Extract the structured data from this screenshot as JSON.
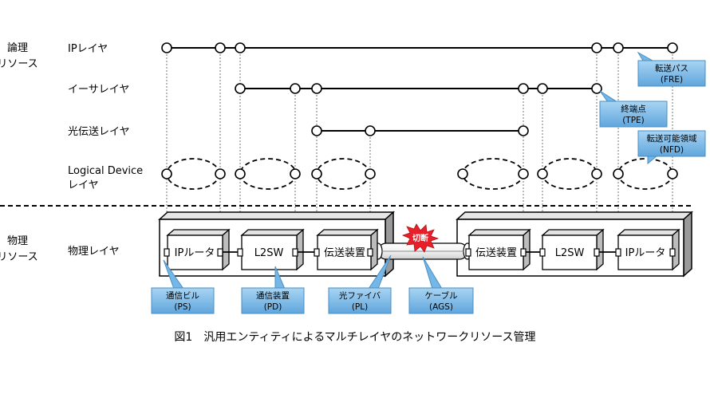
{
  "side_labels": {
    "logical_line1": "論理",
    "logical_line2": "リソース",
    "physical_line1": "物理",
    "physical_line2": "リソース"
  },
  "layers": {
    "ip": "IPレイヤ",
    "ethernet": "イーサレイヤ",
    "optical": "光伝送レイヤ",
    "logical_device_line1": "Logical Device",
    "logical_device_line2": "レイヤ",
    "physical": "物理レイヤ"
  },
  "devices": {
    "ip_router_left": "IPルータ",
    "l2sw_left": "L2SW",
    "transmission_left": "伝送装置",
    "transmission_right": "伝送装置",
    "l2sw_right": "L2SW",
    "ip_router_right": "IPルータ"
  },
  "cut_label": "切断",
  "callouts": {
    "fre": {
      "line1": "転送パス",
      "line2": "(FRE)"
    },
    "tpe": {
      "line1": "終端点",
      "line2": "(TPE)"
    },
    "nfd": {
      "line1": "転送可能領域",
      "line2": "(NFD)"
    },
    "ps": {
      "line1": "通信ビル",
      "line2": "(PS)"
    },
    "pd": {
      "line1": "通信装置",
      "line2": "(PD)"
    },
    "pl": {
      "line1": "光ファイバ",
      "line2": "(PL)"
    },
    "ags": {
      "line1": "ケーブル",
      "line2": "(AGS)"
    }
  },
  "caption": "図1　汎用エンティティによるマルチレイヤのネットワークリソース管理",
  "colors": {
    "callout_fill": "#74b6e6",
    "callout_border": "#4a8fc4",
    "cut_fill": "#e8202a",
    "line": "#000000",
    "device_face": "#ffffff",
    "device_shade": "#bdbdbd"
  }
}
